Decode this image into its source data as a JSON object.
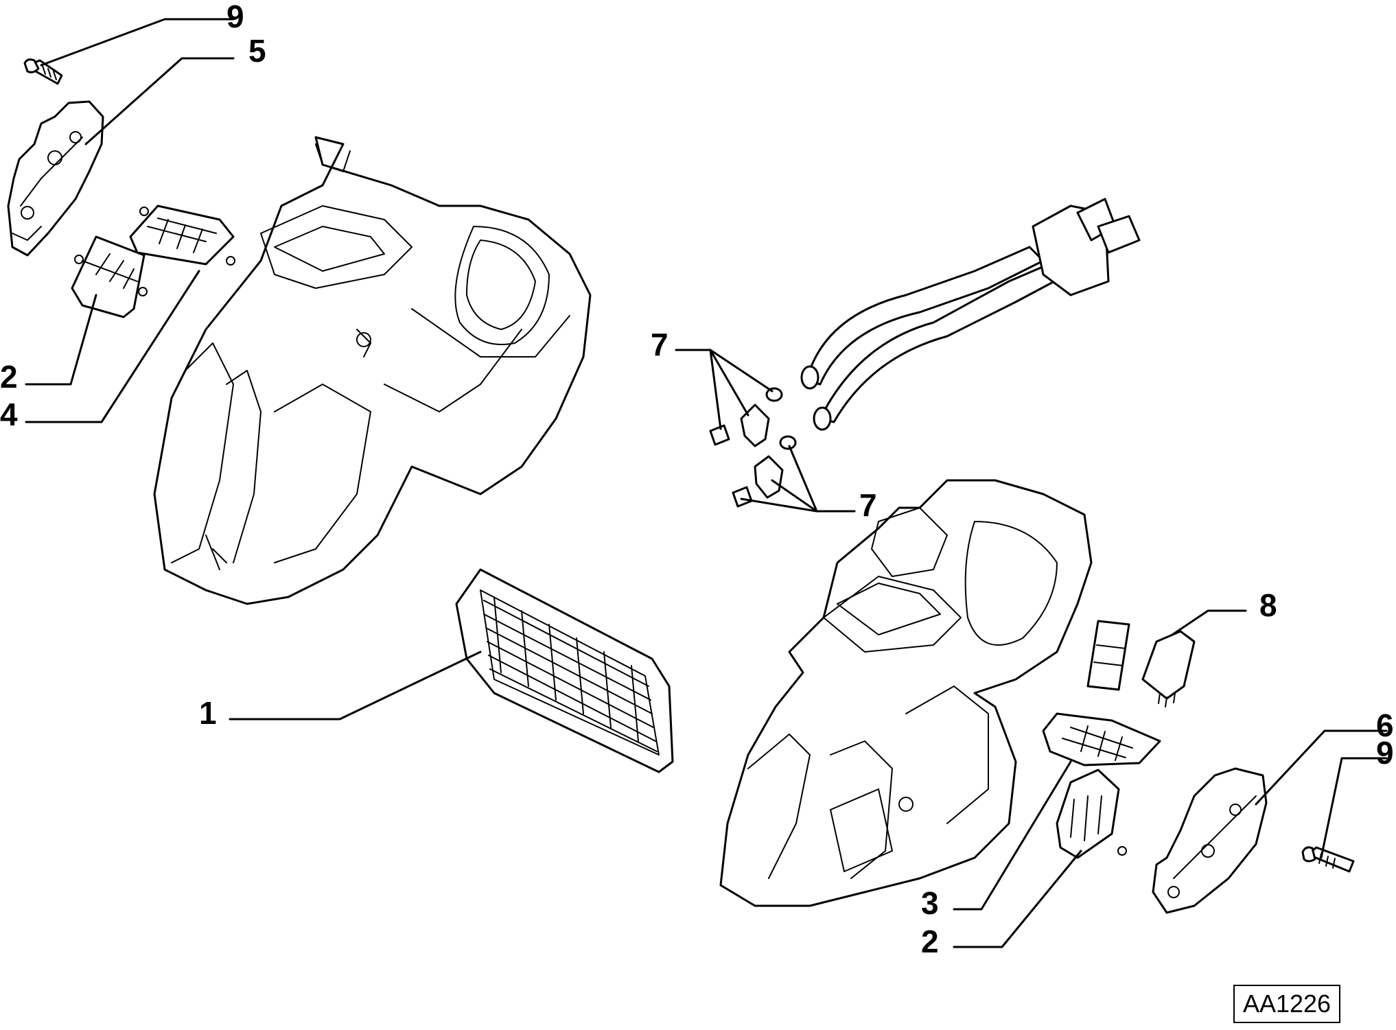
{
  "callouts": {
    "c9_top": "9",
    "c5": "5",
    "c2_left": "2",
    "c4": "4",
    "c1": "1",
    "c7_top": "7",
    "c7_bottom": "7",
    "c8": "8",
    "c6": "6",
    "c9_right": "9",
    "c3": "3",
    "c2_right": "2"
  },
  "reference_code": "AA1226"
}
